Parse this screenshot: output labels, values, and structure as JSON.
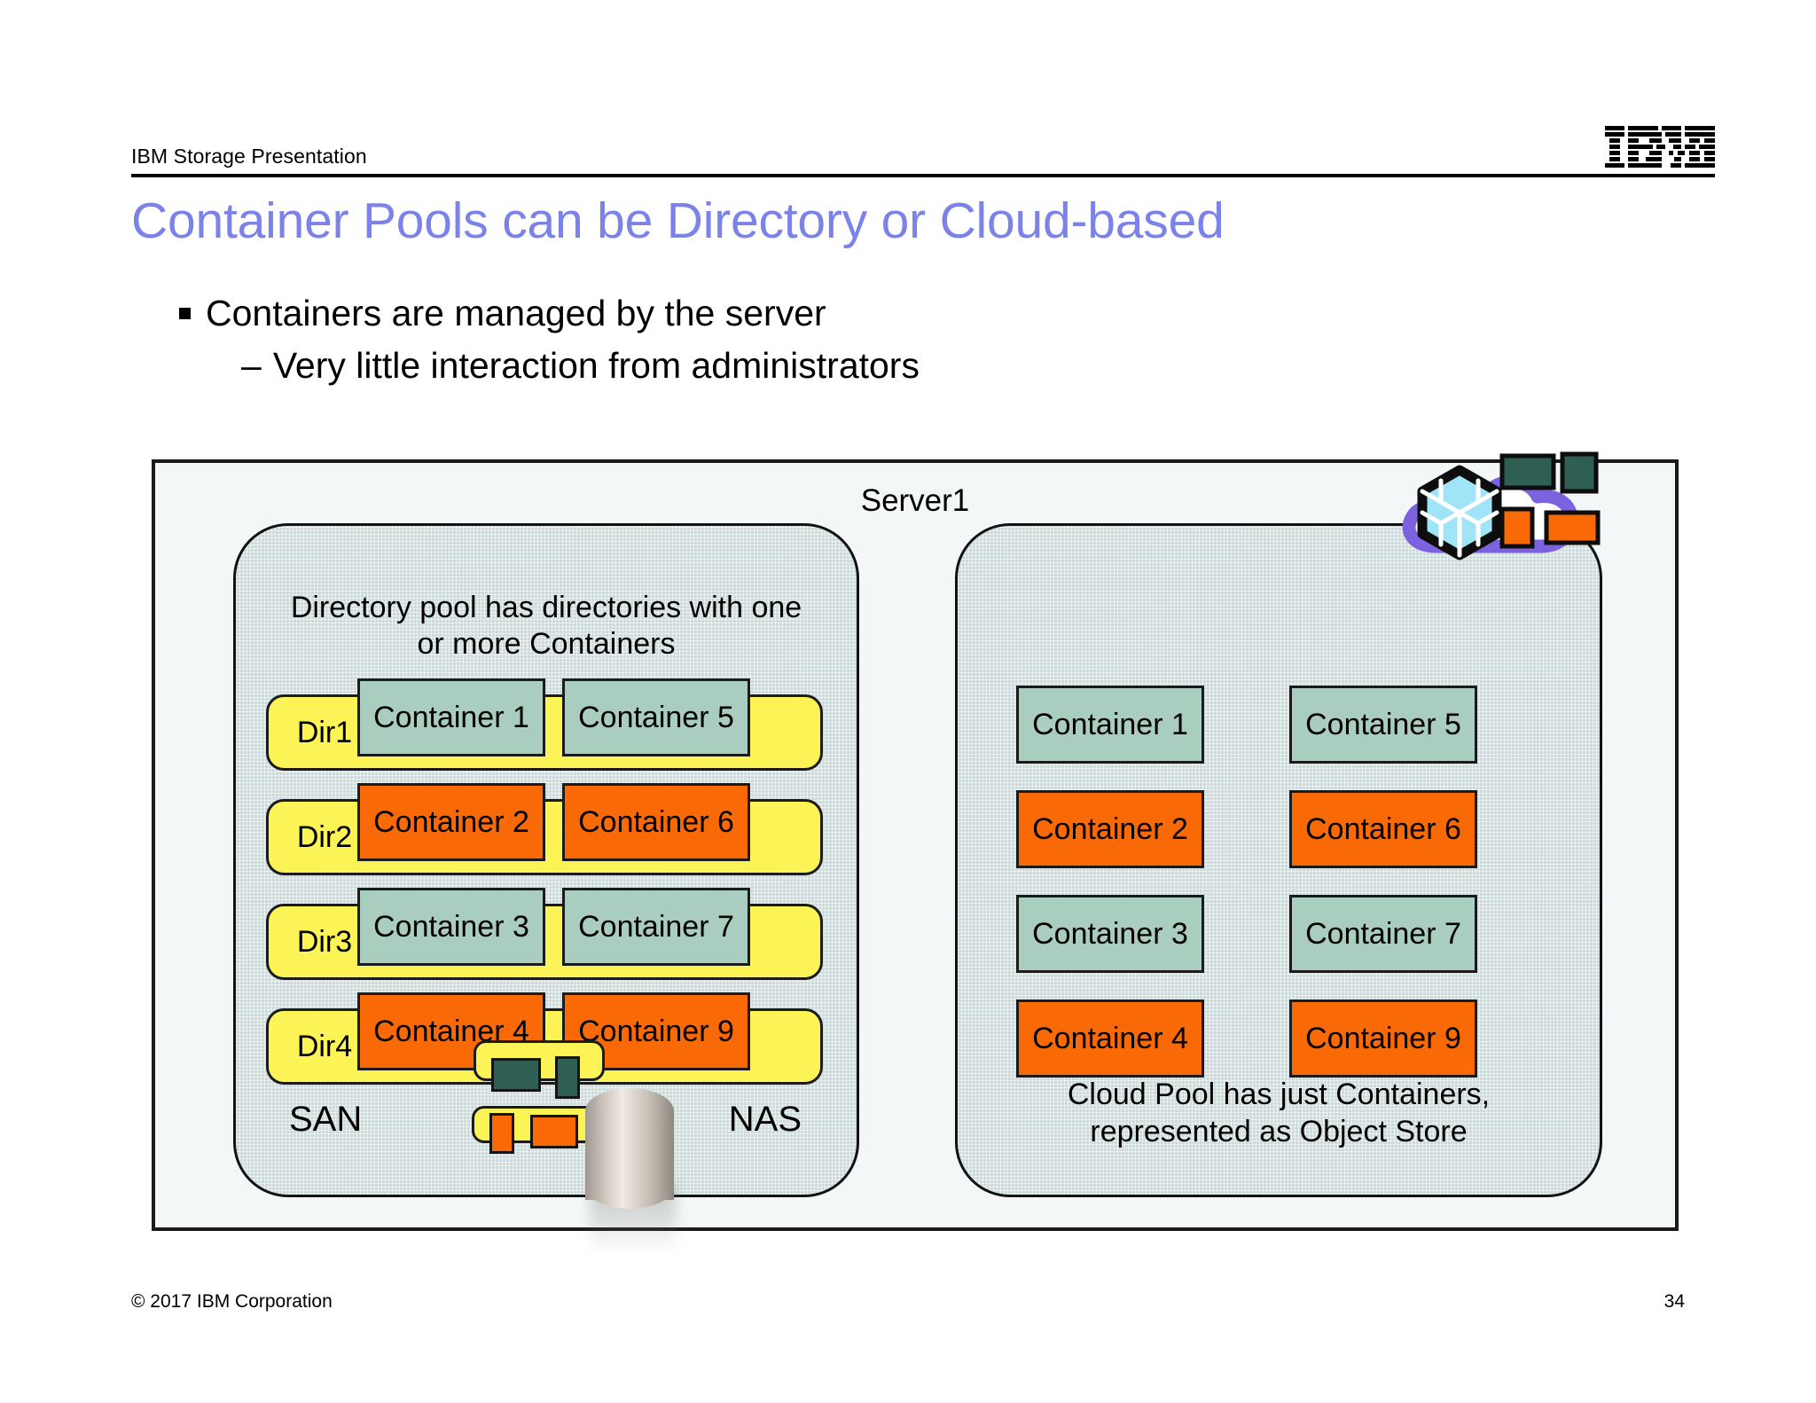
{
  "header": {
    "label": "IBM Storage Presentation",
    "logo_icon": "ibm-logo-icon",
    "logo_alt": "IBM"
  },
  "title": "Container Pools can be Directory or Cloud-based",
  "bullets": {
    "level1": "Containers are managed by the server",
    "level2_dash": "–",
    "level2": "Very little interaction from administrators"
  },
  "diagram": {
    "server_label": "Server1",
    "directory_pool": {
      "caption_line1": "Directory pool has directories  with one",
      "caption_line2": "or more Containers",
      "rows": [
        {
          "dir": "Dir1",
          "left": "Container 1",
          "right": "Container 5",
          "color": "teal"
        },
        {
          "dir": "Dir2",
          "left": "Container 2",
          "right": "Container 6",
          "color": "orange"
        },
        {
          "dir": "Dir3",
          "left": "Container 3",
          "right": "Container 7",
          "color": "teal"
        },
        {
          "dir": "Dir4",
          "left": "Container 4",
          "right": "Container 9",
          "color": "orange"
        }
      ],
      "san_label": "SAN",
      "nas_label": "NAS",
      "disk_icon": "disk-stack-icon"
    },
    "cloud_pool": {
      "caption_line1": "Cloud Pool has just Containers,",
      "caption_line2": "represented as Object Store",
      "cloud_icon": "cloud-object-store-icon",
      "containers": [
        {
          "label": "Container 1",
          "color": "teal"
        },
        {
          "label": "Container 5",
          "color": "teal"
        },
        {
          "label": "Container 2",
          "color": "orange"
        },
        {
          "label": "Container 6",
          "color": "orange"
        },
        {
          "label": "Container 3",
          "color": "teal"
        },
        {
          "label": "Container 7",
          "color": "teal"
        },
        {
          "label": "Container 4",
          "color": "orange"
        },
        {
          "label": "Container 9",
          "color": "orange"
        }
      ]
    }
  },
  "footer": {
    "copyright": "© 2017 IBM Corporation",
    "page_number": "34"
  },
  "colors": {
    "title": "#7b83e8",
    "container_teal": "#a9cdbf",
    "container_orange": "#f96a06",
    "directory_yellow": "#fcf356",
    "pool_background": "#c9dcdc",
    "cloud_purple": "#7d62e0",
    "cube_blue": "#9fe4f7",
    "object_green": "#2e5f52"
  }
}
